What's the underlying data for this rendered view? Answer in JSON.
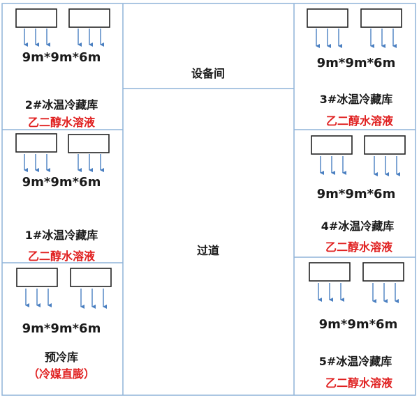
{
  "rooms": {
    "room2": {
      "name": "2#冰温冷藏库",
      "dims": "9m*9m*6m",
      "medium": "乙二醇水溶液"
    },
    "room1": {
      "name": "1#冰温冷藏库",
      "dims": "9m*9m*6m",
      "medium": "乙二醇水溶液"
    },
    "precool": {
      "name": "预冷库",
      "dims": "9m*9m*6m",
      "medium": "（冷媒直膨）"
    },
    "room3": {
      "name": "3#冰温冷藏库",
      "dims": "9m*9m*6m",
      "medium": "乙二醇水溶液"
    },
    "room4": {
      "name": "4#冰温冷藏库",
      "dims": "9m*9m*6m",
      "medium": "乙二醇水溶液"
    },
    "room5": {
      "name": "5#冰温冷藏库",
      "dims": "9m*9m*6m",
      "medium": "乙二醇水溶液"
    }
  },
  "center": {
    "equipment_room": "设备间",
    "corridor": "过道"
  },
  "colors": {
    "wall": "#8fb3d9",
    "unit_border": "#222222",
    "arrow": "#4a7fc1",
    "medium_text": "#e02020"
  }
}
